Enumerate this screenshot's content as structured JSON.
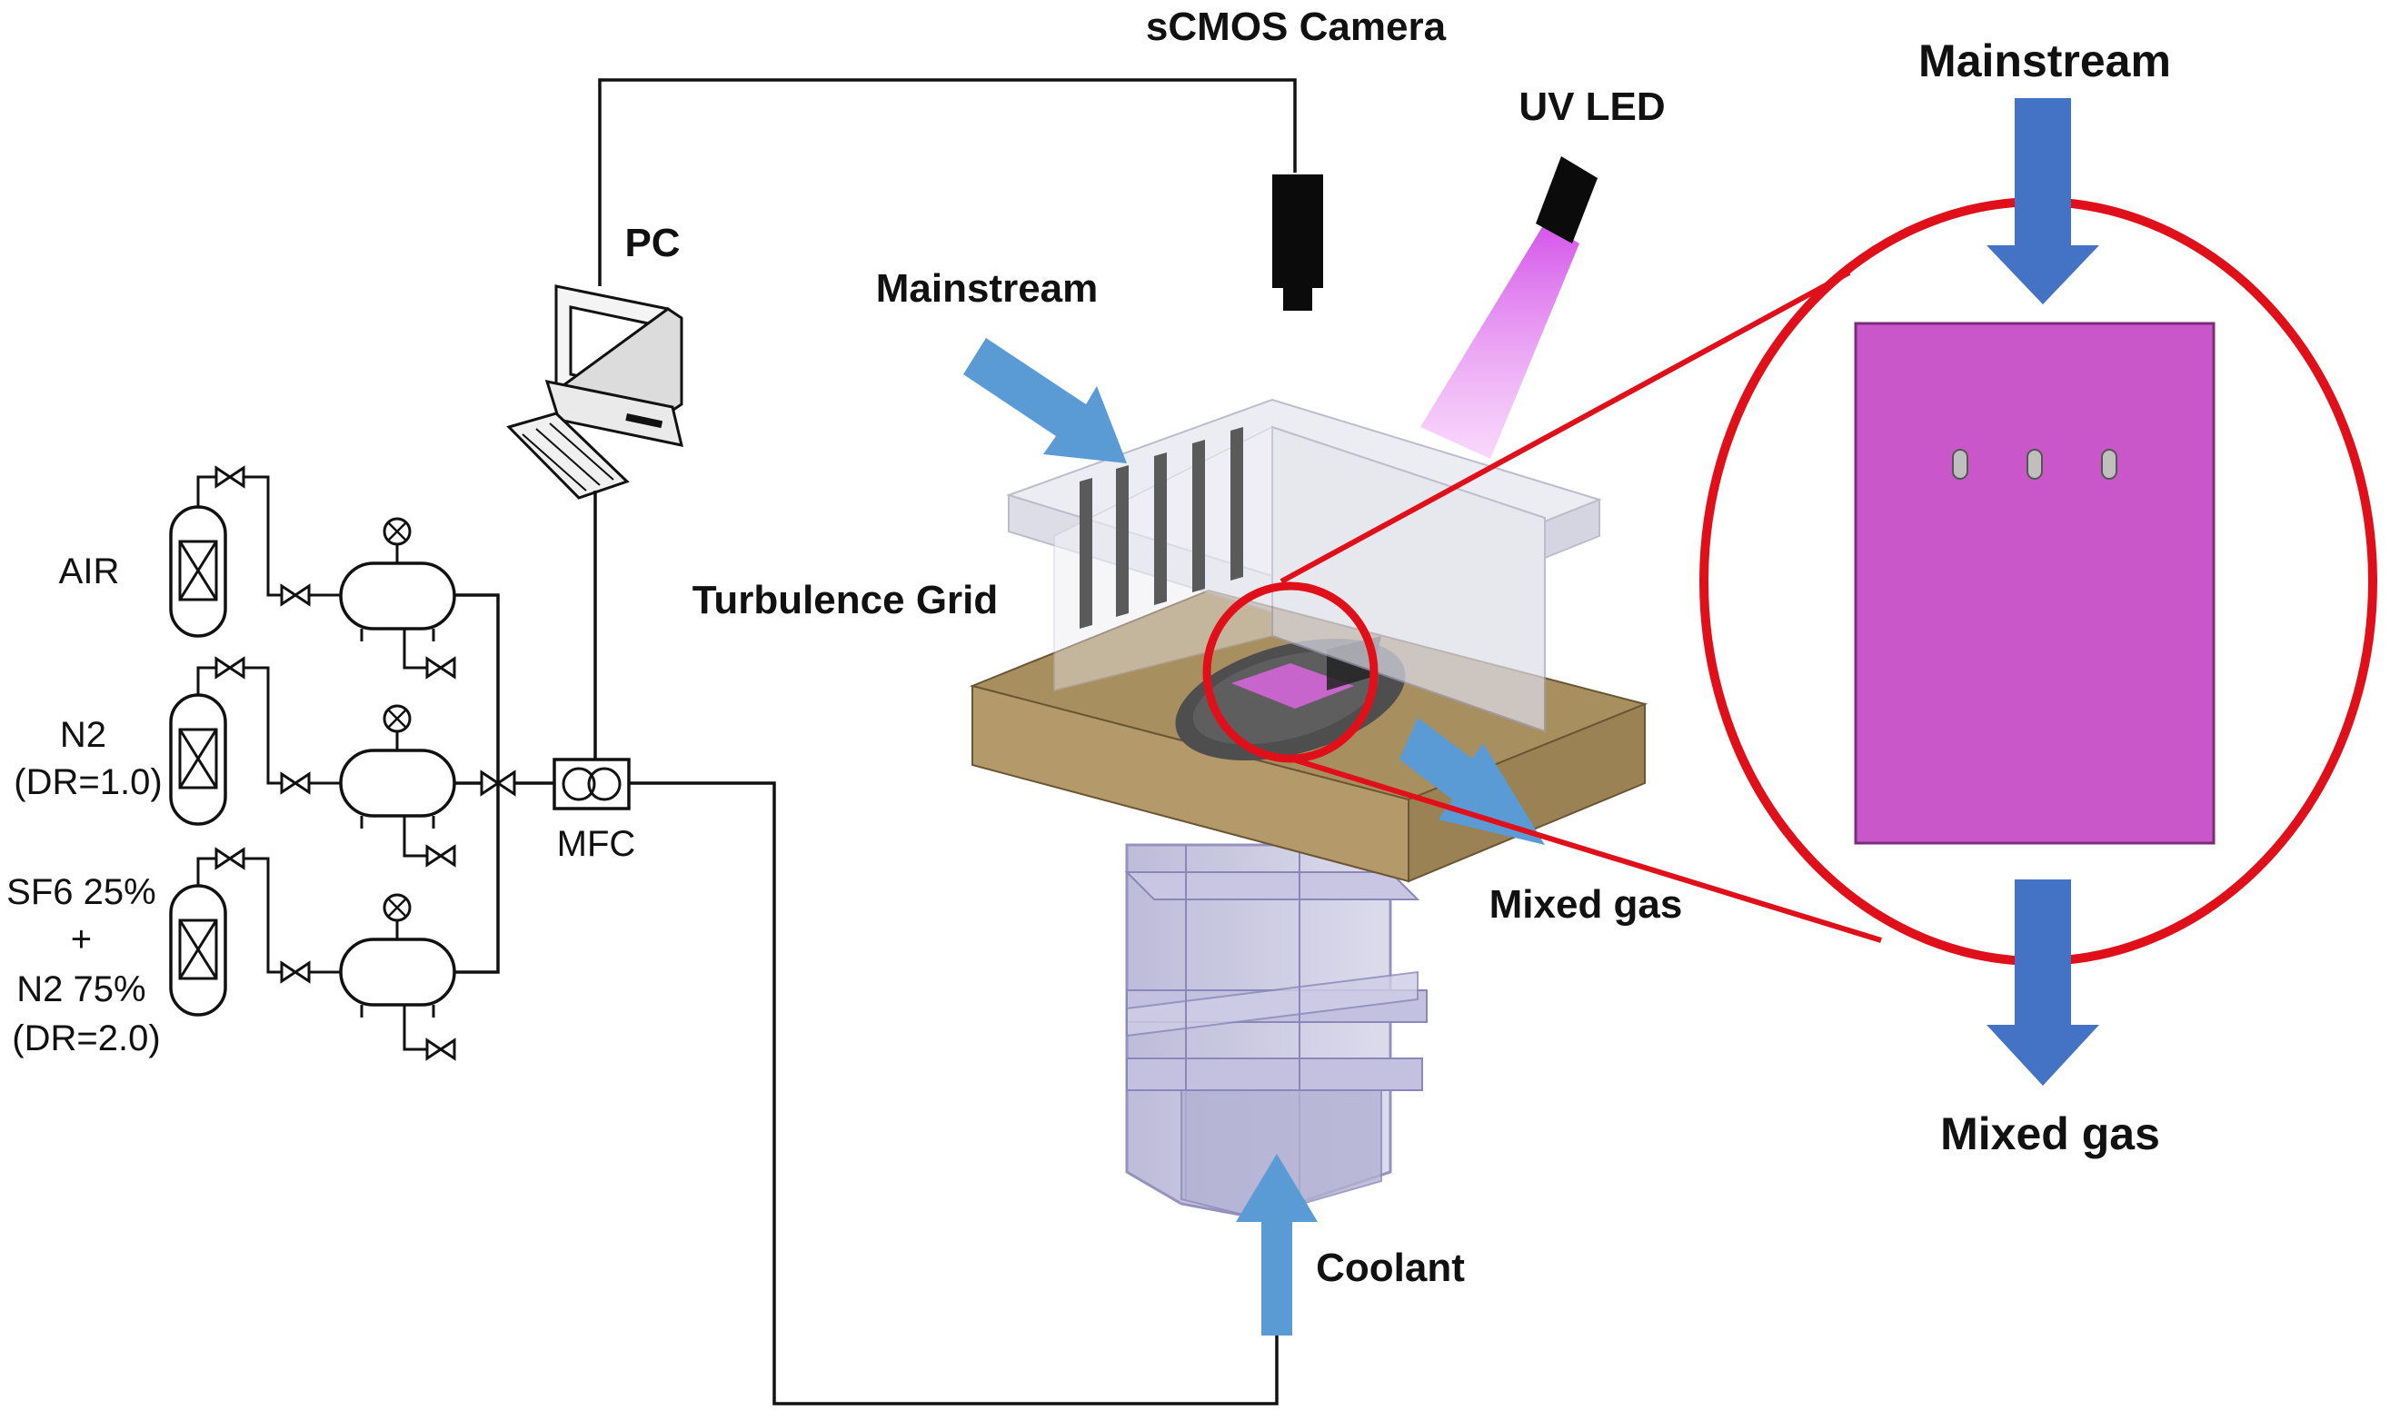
{
  "labels": {
    "camera": "sCMOS Camera",
    "uv_led": "UV LED",
    "pc": "PC",
    "mainstream_main": "Mainstream",
    "turbulence_grid": "Turbulence Grid",
    "mixed_gas_main": "Mixed gas",
    "coolant": "Coolant",
    "mfc": "MFC",
    "mainstream_zoom": "Mainstream",
    "mixed_gas_zoom": "Mixed gas"
  },
  "gases": [
    {
      "lines": [
        "AIR"
      ]
    },
    {
      "lines": [
        "N2",
        "(DR=1.0)"
      ]
    },
    {
      "lines": [
        "SF6 25%",
        "+",
        "N2 75%",
        "(DR=2.0)"
      ]
    }
  ],
  "colors": {
    "arrow_light": "#5b9bd5",
    "arrow_dark": "#4472c4",
    "zoom_circle": "#e0101a",
    "plate_fill": "#c957c9",
    "wood": "#b49a6a",
    "uv_beam": "#e070f0"
  },
  "icons": {
    "gas_cylinder": "gas-cylinder-icon",
    "pressure_vessel": "pressure-vessel-icon",
    "valve": "valve-icon",
    "flow_controller": "mfc-icon",
    "computer": "computer-icon",
    "camera": "camera-icon",
    "led": "uv-led-icon"
  }
}
